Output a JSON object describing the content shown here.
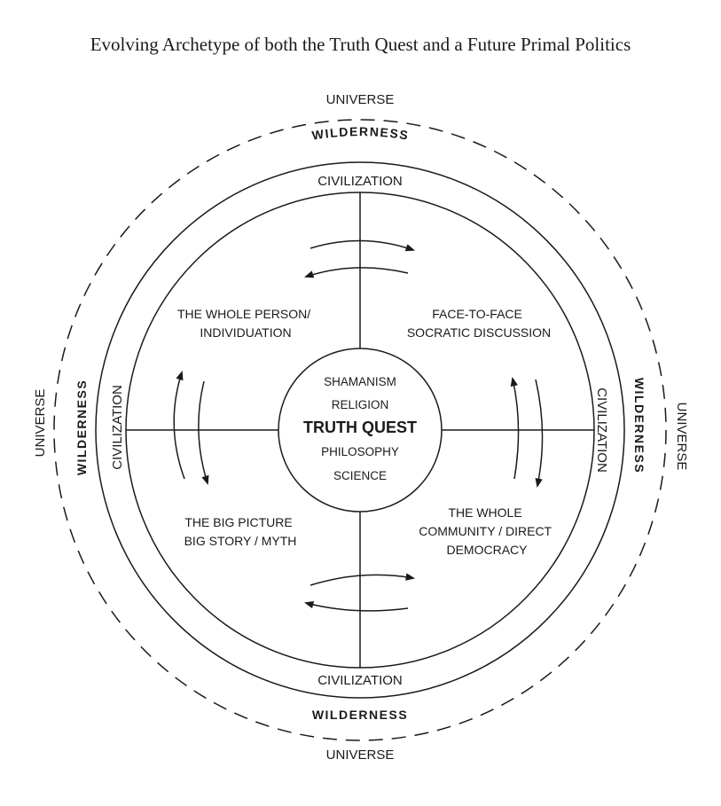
{
  "title": "Evolving Archetype of both the Truth Quest and a Future Primal Politics",
  "rings": {
    "universe": "UNIVERSE",
    "wilderness": "WILDERNESS",
    "civilization": "CIVILIZATION"
  },
  "quadrants": {
    "top_left": [
      "THE WHOLE PERSON/",
      "INDIVIDUATION"
    ],
    "top_right": [
      "FACE-TO-FACE",
      "SOCRATIC DISCUSSION"
    ],
    "bottom_left": [
      "THE BIG PICTURE",
      "BIG STORY / MYTH"
    ],
    "bottom_right": [
      "THE WHOLE",
      "COMMUNITY / DIRECT",
      "DEMOCRACY"
    ]
  },
  "core": {
    "line1": "SHAMANISM",
    "line2": "RELIGION",
    "title": "TRUTH QUEST",
    "line3": "PHILOSOPHY",
    "line4": "SCIENCE"
  }
}
